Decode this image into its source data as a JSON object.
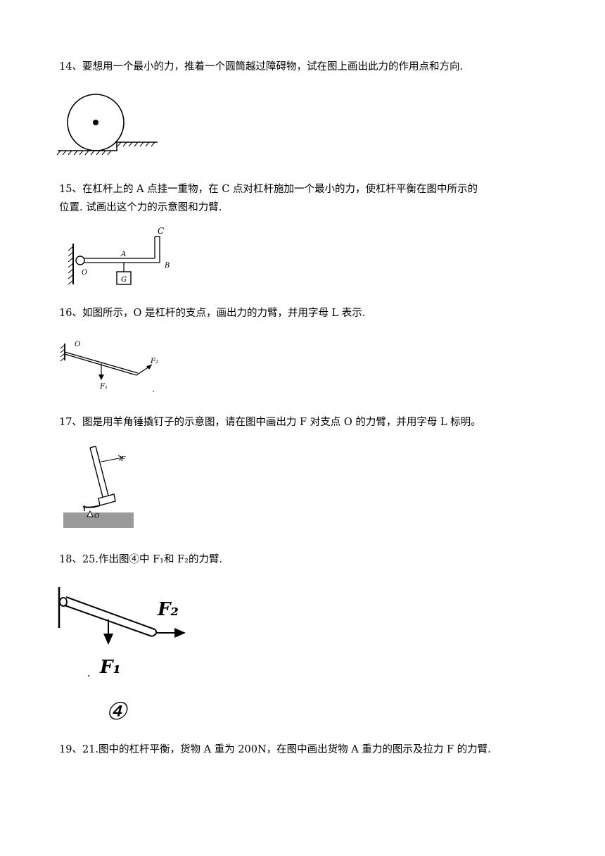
{
  "questions": [
    {
      "id": "q14",
      "text": "14、要想用一个最小的力，推着一个圆筒越过障碍物，试在图上画出此力的作用点和方向."
    },
    {
      "id": "q15",
      "line1": "15、在杠杆上的 A 点挂一重物，在 C 点对杠杆施加一个最小的力，使杠杆平衡在图中所示的",
      "line2": "位置.    试画出这个力的示意图和力臂."
    },
    {
      "id": "q16",
      "text": "16、如图所示，O 是杠杆的支点，画出力的力臂，并用字母 L 表示."
    },
    {
      "id": "q17",
      "text": "17、图是用羊角锤撬钉子的示意图，请在图中画出力 F 对支点 O 的力臂，并用字母 L 标明。"
    },
    {
      "id": "q18",
      "text": "18、25.作出图④中 F₁和 F₂的力臂."
    },
    {
      "id": "q19",
      "text": "19、21.图中的杠杆平衡，货物 A 重为 200N，在图中画出货物 A 重力的图示及拉力 F 的力臂."
    }
  ],
  "figures": {
    "fig15": {
      "label_c": "C",
      "label_a": "A",
      "label_b": "B",
      "label_o": "O",
      "label_g": "G"
    },
    "fig16": {
      "label_o": "O",
      "label_f1": "F₁",
      "label_f2": "F₂"
    },
    "fig17": {
      "label_f": "F",
      "label_o": "O"
    },
    "fig18": {
      "label_f2": "F₂",
      "label_f1": "F₁",
      "label_num": "④"
    }
  }
}
